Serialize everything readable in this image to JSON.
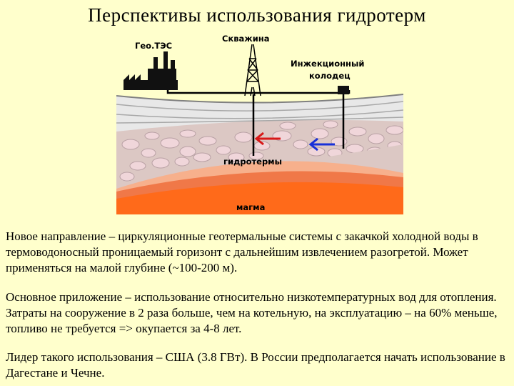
{
  "page": {
    "title": "Перспективы использования гидротерм"
  },
  "diagram": {
    "labels": {
      "geotes": "Гео.ТЭС",
      "well": "Скважина",
      "injection_line1": "Инжекционный",
      "injection_line2": "колодец",
      "hydrotherms": "гидротермы",
      "magma": "магма"
    },
    "colors": {
      "background": "#ffffcc",
      "sediment_layer": "#e6e6e6",
      "rock_fill": "#d8c8c0",
      "stone": "#efd6d8",
      "hot_layer": "#f2a48c",
      "magma": "#ff6a1a",
      "arrow_hot": "#d81818",
      "arrow_cold": "#1830d8"
    }
  },
  "text": {
    "paragraph1": "Новое направление – циркуляционные геотермальные системы с закачкой холодной воды в термоводоносный проницаемый горизонт с дальнейшим извлечением разогретой. Может применяться на малой глубине (~100-200 м).",
    "paragraph2": "Основное приложение – использование относительно низкотемпературных вод для отопления. Затраты на сооружение в 2 раза больше, чем на котельную, на эксплуатацию – на 60% меньше, топливо не требуется => окупается за 4-8 лет.",
    "paragraph3": "Лидер такого использования – США (3.8 ГВт). В России предполагается начать использование в Дагестане и Чечне."
  }
}
